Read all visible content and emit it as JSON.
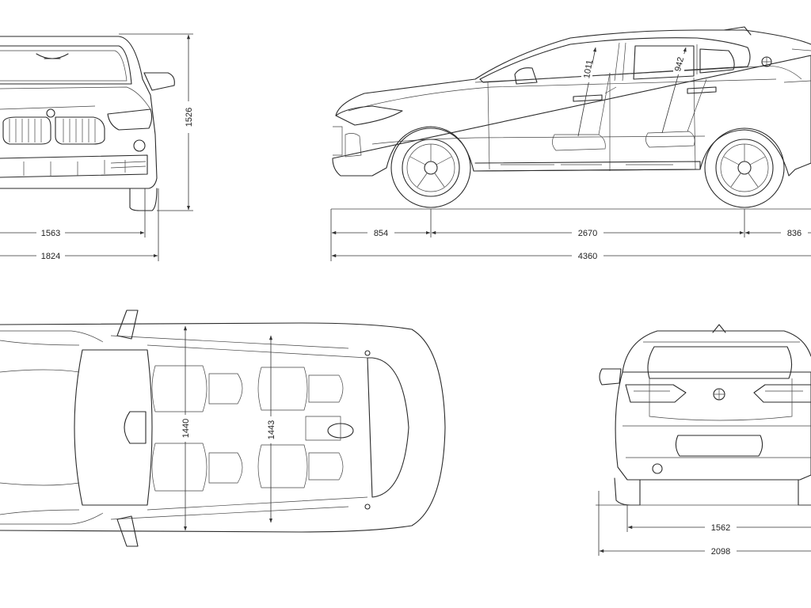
{
  "views": {
    "front": {
      "height": "1526",
      "track": "1563",
      "width": "1824"
    },
    "side": {
      "front_overhang": "854",
      "wheelbase": "2670",
      "rear_overhang": "836",
      "length": "4360",
      "front_headroom": "1011",
      "rear_headroom": "942"
    },
    "top": {
      "front_shoulder": "1440",
      "rear_shoulder": "1443"
    },
    "rear": {
      "track": "1562",
      "width_mirrors": "2098"
    }
  }
}
